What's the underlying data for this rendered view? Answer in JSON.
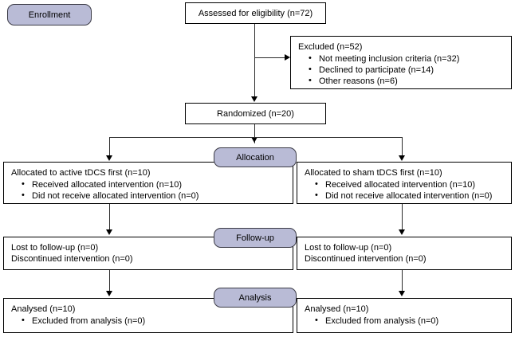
{
  "diagram": {
    "type": "consort-flow-diagram",
    "colors": {
      "stage_badge_fill": "#b9bbd6",
      "stage_badge_border": "#3b3b46",
      "box_border": "#000000",
      "connector": "#2b2b2b",
      "background": "#ffffff",
      "text": "#000000"
    }
  },
  "stages": {
    "enrollment": "Enrollment",
    "allocation": "Allocation",
    "followup": "Follow-up",
    "analysis": "Analysis"
  },
  "enrollment": {
    "assessed": "Assessed for eligibility (n=72)",
    "excluded_title": "Excluded (n=52)",
    "excluded_items": [
      "Not meeting inclusion criteria (n=32)",
      "Declined to participate (n=14)",
      "Other reasons (n=6)"
    ],
    "randomized": "Randomized (n=20)"
  },
  "allocation": {
    "left": {
      "title": "Allocated to active tDCS first (n=10)",
      "items": [
        "Received allocated intervention (n=10)",
        "Did not receive allocated intervention (n=0)"
      ]
    },
    "right": {
      "title": "Allocated to sham tDCS first (n=10)",
      "items": [
        "Received allocated intervention (n=10)",
        "Did not receive allocated intervention (n=0)"
      ]
    }
  },
  "followup": {
    "left": {
      "line1": "Lost to follow-up (n=0)",
      "line2": "Discontinued intervention (n=0)"
    },
    "right": {
      "line1": "Lost to follow-up (n=0)",
      "line2": "Discontinued intervention (n=0)"
    }
  },
  "analysis": {
    "left": {
      "title": "Analysed (n=10)",
      "items": [
        "Excluded from analysis (n=0)"
      ]
    },
    "right": {
      "title": "Analysed (n=10)",
      "items": [
        "Excluded from analysis (n=0)"
      ]
    }
  }
}
